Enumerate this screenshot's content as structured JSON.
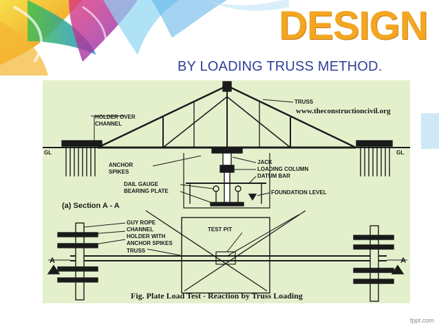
{
  "slide": {
    "title": "DESIGN",
    "subtitle": "BY LOADING TRUSS METHOD.",
    "footer_brand": "fppt.com"
  },
  "figure": {
    "labels": {
      "truss_top": "TRUSS",
      "website": "www.theconstructioncivil.org",
      "holder_over": "HOLDER OVER",
      "channel": "CHANNEL",
      "gl_left": "GL",
      "gl_right": "GL",
      "anchor": "ANCHOR",
      "spikes": "SPIKES",
      "jack": "JACK",
      "loading_column": "LOADING COLUMN",
      "datum_bar": "DATUM BAR",
      "dail_gauge": "DAIL GAUGE",
      "bearing_plate": "BEARING PLATE",
      "foundation_level": "FOUNDATION LEVEL",
      "section": "(a) Section  A - A",
      "guy_rope": "GUY ROPE",
      "channel_plan": "CHANNEL",
      "holder_with": "HOLDER WITH",
      "anchor_spikes": "ANCHOR SPIKES",
      "truss_plan": "TRUSS",
      "test_pit": "TEST PIT",
      "a_left": "A",
      "a_right": "A"
    },
    "caption": "Fig. Plate Load Test - Reaction by Truss Loading"
  },
  "colors": {
    "title_orange": "#f3a622",
    "subtitle_blue": "#2f3f98",
    "drawing_bg": "#e4f0cc"
  }
}
